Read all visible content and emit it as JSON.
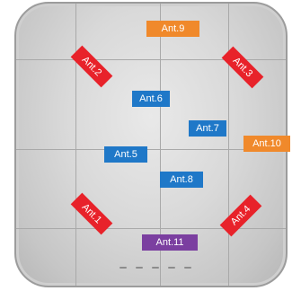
{
  "antennas": [
    {
      "id": "ant9",
      "label": "Ant.9",
      "color": "#f0892b"
    },
    {
      "id": "ant2",
      "label": "Ant.2",
      "color": "#e8222a"
    },
    {
      "id": "ant3",
      "label": "Ant.3",
      "color": "#e8222a"
    },
    {
      "id": "ant6",
      "label": "Ant.6",
      "color": "#1f78c8"
    },
    {
      "id": "ant7",
      "label": "Ant.7",
      "color": "#1f78c8"
    },
    {
      "id": "ant10",
      "label": "Ant.10",
      "color": "#f0892b"
    },
    {
      "id": "ant5",
      "label": "Ant.5",
      "color": "#1f78c8"
    },
    {
      "id": "ant8",
      "label": "Ant.8",
      "color": "#1f78c8"
    },
    {
      "id": "ant1",
      "label": "Ant.1",
      "color": "#e8222a"
    },
    {
      "id": "ant4",
      "label": "Ant.4",
      "color": "#e8222a"
    },
    {
      "id": "ant11",
      "label": "Ant.11",
      "color": "#7b3fa0"
    }
  ]
}
